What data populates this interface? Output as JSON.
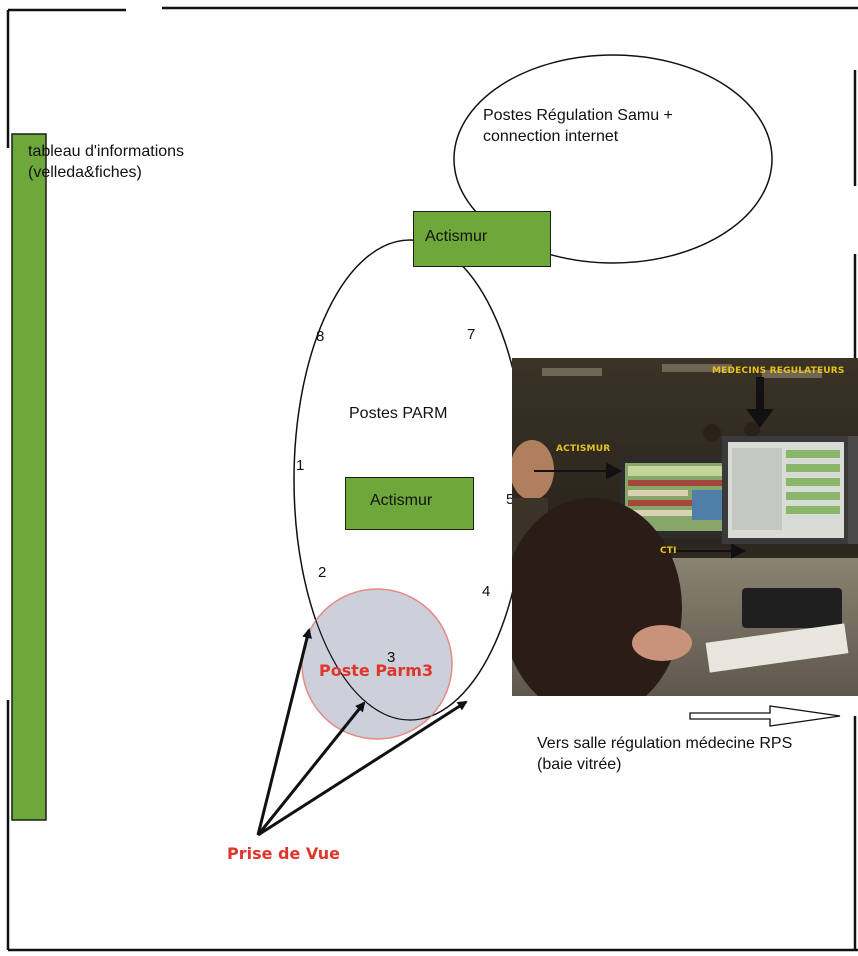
{
  "labels": {
    "tableau_line1": "tableau d'informations",
    "tableau_line2": "(velleda&fiches)",
    "regulation_line1": "Postes Régulation Samu +",
    "regulation_line2": "connection internet",
    "actismur_top": "Actismur",
    "actismur_center": "Actismur",
    "postes_parm": "Postes PARM",
    "poste_parm3": "Poste Parm3",
    "prise_de_vue": "Prise de Vue",
    "vers_salle_line1": "Vers salle régulation médecine RPS",
    "vers_salle_line2": "(baie vitrée)"
  },
  "stations": [
    "1",
    "2",
    "3",
    "4",
    "5",
    "7",
    "8"
  ],
  "photo": {
    "label_medecins": "MEDECINS REGULATEURS",
    "label_actismur": "ACTISMUR",
    "label_cti": "CTI"
  },
  "colors": {
    "green": "#6fa83a",
    "red_text": "#e0352a",
    "yellow_label": "#e7c21a",
    "circle_fill": "#c9ced8",
    "circle_stroke": "#e58a82"
  }
}
